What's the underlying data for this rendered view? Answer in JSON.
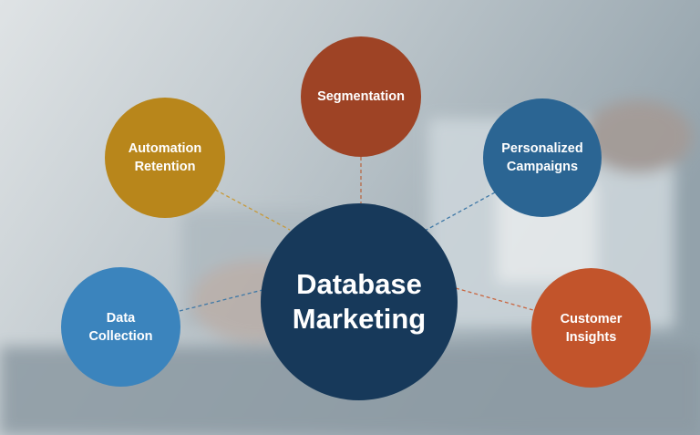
{
  "center": {
    "label": "Database\nMarketing",
    "color": "#17395a"
  },
  "nodes": [
    {
      "id": "segmentation",
      "label": "Segmentation",
      "color": "#9e4325"
    },
    {
      "id": "automation",
      "label": "Automation\nRetention",
      "color": "#b8861b"
    },
    {
      "id": "personalized",
      "label": "Personalized\nCampaigns",
      "color": "#2b6593"
    },
    {
      "id": "data",
      "label": "Data\nCollection",
      "color": "#3b84bd"
    },
    {
      "id": "customer",
      "label": "Customer\nInsights",
      "color": "#c2542b"
    }
  ]
}
